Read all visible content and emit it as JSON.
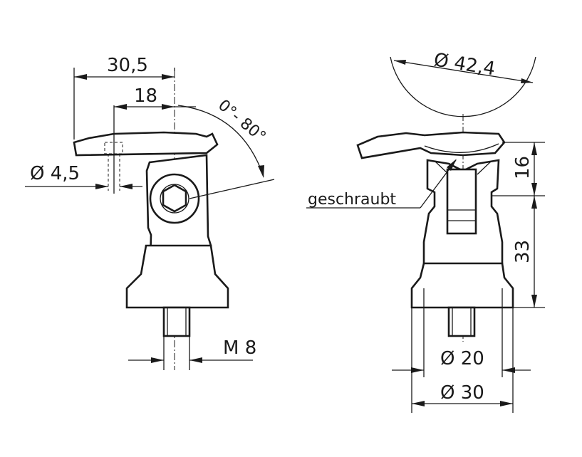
{
  "left_view": {
    "dim_width": "30,5",
    "dim_offset": "18",
    "dim_angle": "0°- 80°",
    "dim_hole": "Ø 4,5",
    "dim_thread": "M 8"
  },
  "right_view": {
    "dim_saddle": "Ø 42,4",
    "dim_height_top": "16",
    "dim_height_body": "33",
    "dim_neck": "Ø 20",
    "dim_base": "Ø 30",
    "note_screwed": "geschraubt"
  }
}
